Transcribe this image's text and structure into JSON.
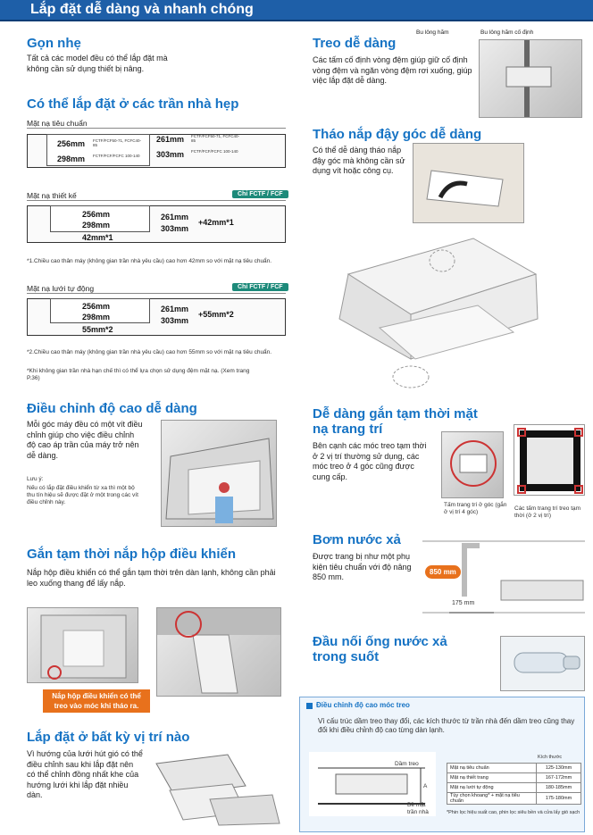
{
  "banner": {
    "title": "Lắp đặt dễ dàng và nhanh chóng"
  },
  "compact": {
    "title": "Gọn nhẹ",
    "text": "Tất cả các model đều có thể lắp đặt mà không cần sử dụng thiết bị nâng."
  },
  "narrow": {
    "title": "Có thể lắp đặt ở các trần nhà hẹp",
    "standard": {
      "label": "Mặt nạ tiêu chuẩn",
      "h1": "256mm",
      "h1_models": "FCTF/FCF50-71, FCFC40-85",
      "h2": "298mm",
      "h2_models": "FCTF/FCF/FCFC 100-140",
      "h3": "261mm",
      "h3_models": "FCTF/FCF50-71, FCFC40-85",
      "h4": "303mm",
      "h4_models": "FCTF/FCF/FCFC 100-140"
    },
    "design": {
      "label": "Mặt nạ thiết kế",
      "badge": "Chỉ FCTF / FCF",
      "h1": "256mm",
      "h2": "298mm",
      "h3": "261mm",
      "h4": "303mm",
      "extra": "+42mm*1",
      "bottom": "42mm*1",
      "note": "*1.Chiều cao thân máy (không gian trần nhà yêu cầu) cao hơn 42mm so với mặt nạ tiêu chuẩn."
    },
    "auto": {
      "label": "Mặt nạ lưới tự động",
      "badge": "Chỉ FCTF / FCF",
      "h1": "256mm",
      "h2": "298mm",
      "h3": "261mm",
      "h4": "303mm",
      "extra": "+55mm*2",
      "bottom": "55mm*2",
      "note1": "*2.Chiều cao thân máy (không gian trần nhà yêu cầu) cao hơn 55mm so với mặt nạ tiêu chuẩn.",
      "note2": "*Khi không gian trần nhà hạn chế thì có thể lựa chọn sử dụng đệm mặt nạ. (Xem trang P.36)"
    }
  },
  "height": {
    "title": "Điều chỉnh độ cao dễ dàng",
    "text": "Mỗi góc máy đều có một vít điều chỉnh giúp cho việc điều chỉnh độ cao áp trần của máy trở nên dễ dàng.",
    "note_title": "Lưu ý:",
    "note": "Nếu có lắp đặt điều khiển từ xa thì một bộ thu tín hiệu sẽ được đặt ở một trong các vít điều chỉnh này."
  },
  "controlbox": {
    "title": "Gắn tạm thời nắp hộp điều khiển",
    "text": "Nắp hộp điều khiển có thể gắn tạm thời trên dàn lạnh, không cần phải leo xuống thang để lấy nắp.",
    "callout": "Nắp hộp điều khiển có thể treo vào móc khi tháo ra."
  },
  "anywhere": {
    "title": "Lắp đặt ở bất kỳ vị trí nào",
    "text": "Vì hướng của lưới hút gió có thể điều chỉnh sau khi lắp đặt nên có thể chỉnh đồng nhất khe của hướng lưới khi lắp đặt nhiều dàn."
  },
  "hang": {
    "title": "Treo dễ dàng",
    "text": "Các tấm cố định vòng đệm giúp giữ cố định vòng đệm và ngăn vòng đệm rơi xuống, giúp việc lắp đặt dễ dàng.",
    "label1": "Bu lông hãm",
    "label2": "Bu lông hãm cố định"
  },
  "corner": {
    "title": "Tháo nắp đậy góc dễ dàng",
    "text": "Có thể dễ dàng tháo nắp đậy góc mà không cần sử dụng vít hoặc công cụ."
  },
  "grille": {
    "title": "Dễ dàng gắn tạm thời mặt nạ trang trí",
    "text": "Bên cạnh các móc treo tạm thời ở 2 vị trí thường sử dụng, các móc treo ở 4 góc cũng được cung cấp.",
    "cap1": "Tấm trang trí ở góc (gắn ở vị trí 4 góc)",
    "cap2": "Các tấm trang trí treo tạm thời (ở 2 vị trí)"
  },
  "pump": {
    "title": "Bơm nước xả",
    "text": "Được trang bị như một phụ kiện tiêu chuẩn với độ nâng 850 mm.",
    "h": "850 mm",
    "w": "175 mm"
  },
  "drain": {
    "title": "Đầu nối ống nước xả trong suốt"
  },
  "adjust": {
    "title": "Điều chỉnh độ cao móc treo",
    "text": "Vì cấu trúc dầm treo thay đổi, các kích thước từ trần nhà đến dầm treo cũng thay đổi khi điều chỉnh độ cao từng dàn lạnh.",
    "beam": "Dầm treo",
    "surface": "Bề mặt trần nhà",
    "a": "A",
    "table_header": "Kích thước",
    "rows": [
      {
        "label": "Mặt nạ tiêu chuẩn",
        "value": "125-130mm"
      },
      {
        "label": "Mặt nạ thiết trang",
        "value": "167-172mm"
      },
      {
        "label": "Mặt nạ lưới tự động",
        "value": "180-185mm"
      },
      {
        "label": "Tùy chọn khoang* + mặt nạ tiêu chuẩn",
        "value": "175-180mm"
      }
    ],
    "footnote": "*Phin lọc hiệu suất cao, phin lọc siêu bền và cửa lấy gió sạch"
  },
  "colors": {
    "blue": "#1673c4",
    "banner": "#1e5fa8",
    "orange": "#e8711c",
    "teal": "#1d8a7a"
  }
}
